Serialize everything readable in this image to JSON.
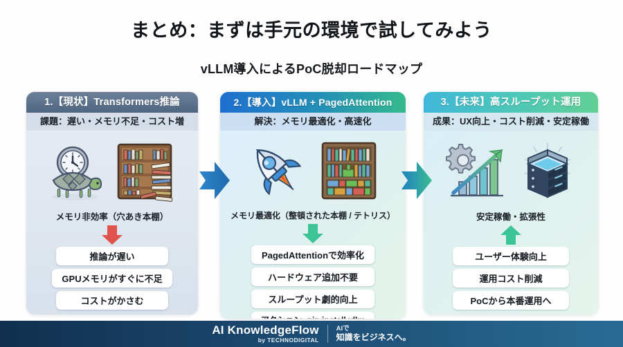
{
  "slide": {
    "title": "まとめ：まずは手元の環境で試してみよう",
    "subtitle": "vLLM導入によるPoC脱却ロードマップ"
  },
  "cards": [
    {
      "header": "1.【現状】Transformers推論",
      "subheader": "課題：遅い・メモリ不足・コスト増",
      "caption": "メモリ非効率（穴あき本棚）",
      "arrow_color": "#e0534c",
      "arrow_direction": "down",
      "header_color": "#5b7189",
      "icons": [
        "turtle-clock-icon",
        "messy-bookshelf-icon"
      ],
      "pills": [
        "推論が遅い",
        "GPUメモリがすぐに不足",
        "コストがかさむ"
      ]
    },
    {
      "header": "2.【導入】vLLM + PagedAttention",
      "subheader": "解決：メモリ最適化・高速化",
      "caption": "メモリ最適化（整頓された本棚 / テトリス）",
      "arrow_color": "#3cc396",
      "arrow_direction": "down",
      "header_color": "#2390b7",
      "icons": [
        "rocket-icon",
        "tetris-bookshelf-icon"
      ],
      "pills": [
        "PagedAttentionで効率化",
        "ハードウェア追加不要",
        "スループット劇的向上"
      ],
      "action_pill": "アクション: pip install vllm"
    },
    {
      "header": "3.【未来】高スループット運用",
      "subheader": "成果：UX向上・コスト削減・安定稼働",
      "caption": "安定稼働・拡張性",
      "arrow_color": "#3cc396",
      "arrow_direction": "up",
      "header_color": "#4ec8b6",
      "icons": [
        "gear-growth-chart-icon",
        "server-rack-icon"
      ],
      "pills": [
        "ユーザー体験向上",
        "運用コスト削減",
        "PoCから本番運用へ"
      ]
    }
  ],
  "flow_arrows": [
    {
      "name": "arrow-stage1-to-stage2",
      "color_start": "#2b7fc4",
      "color_end": "#1f6ab0"
    },
    {
      "name": "arrow-stage2-to-stage3",
      "color_start": "#1f80c0",
      "color_end": "#3cbd92"
    }
  ],
  "footer": {
    "brand": "AI KnowledgeFlow",
    "brand_sub": "by TECHNODIGITAL",
    "tagline_line1": "AIで",
    "tagline_line2": "知識をビジネスへ。"
  }
}
